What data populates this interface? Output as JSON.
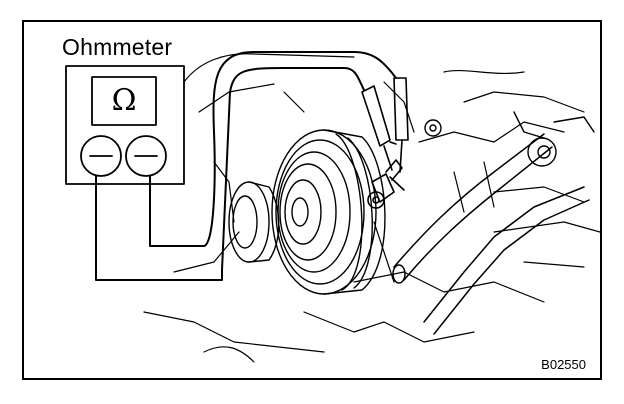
{
  "figure": {
    "instrument_label": "Ohmmeter",
    "unit_symbol": "Ω",
    "figure_code": "B02550"
  },
  "icons": {
    "unit": "ohm-symbol",
    "probes": "probe-terminal",
    "compressor": "ac-compressor-clutch"
  }
}
